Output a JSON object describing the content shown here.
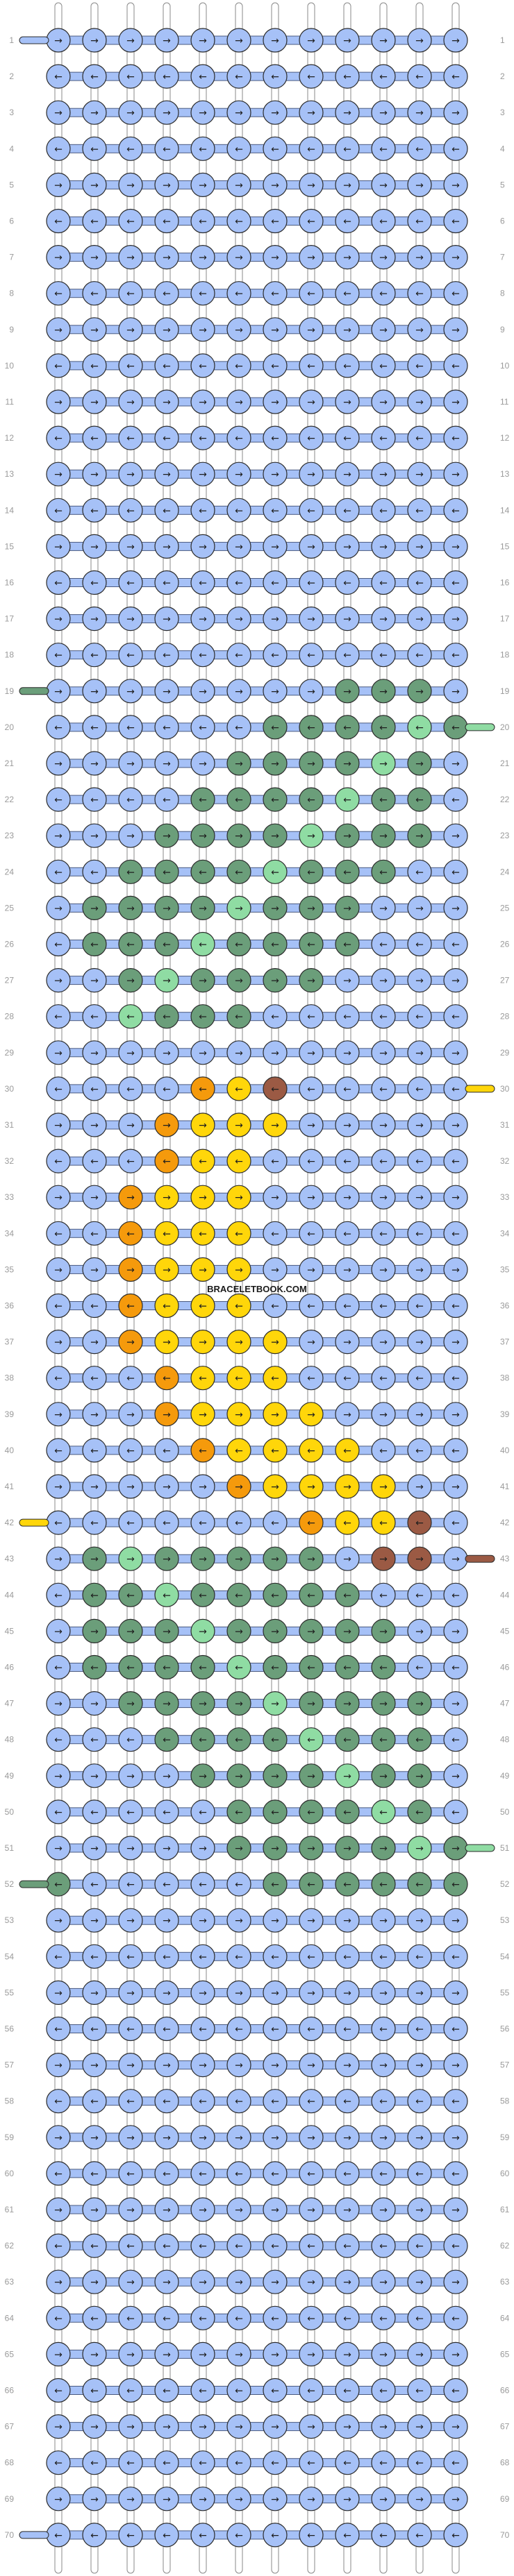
{
  "pattern": {
    "strings": 12,
    "rows": 70,
    "watermark": "BRACELETBOOK.COM",
    "row_labels_left": [
      "1",
      "2",
      "3",
      "4",
      "5",
      "6",
      "7",
      "8",
      "9",
      "10",
      "11",
      "12",
      "13",
      "14",
      "15",
      "16",
      "17",
      "18",
      "19",
      "20",
      "21",
      "22",
      "23",
      "24",
      "25",
      "26",
      "27",
      "28",
      "29",
      "30",
      "31",
      "32",
      "33",
      "34",
      "35",
      "36",
      "37",
      "38",
      "39",
      "40",
      "41",
      "42",
      "43",
      "44",
      "45",
      "46",
      "47",
      "48",
      "49",
      "50",
      "51",
      "52",
      "53",
      "54",
      "55",
      "56",
      "57",
      "58",
      "59",
      "60",
      "61",
      "62",
      "63",
      "64",
      "65",
      "66",
      "67",
      "68",
      "69",
      "70"
    ],
    "row_labels_right": [
      "1",
      "2",
      "3",
      "4",
      "5",
      "6",
      "7",
      "8",
      "9",
      "10",
      "11",
      "12",
      "13",
      "14",
      "15",
      "16",
      "17",
      "18",
      "19",
      "20",
      "21",
      "22",
      "23",
      "24",
      "25",
      "26",
      "27",
      "28",
      "29",
      "30",
      "31",
      "32",
      "33",
      "34",
      "35",
      "36",
      "37",
      "38",
      "39",
      "40",
      "41",
      "42",
      "43",
      "44",
      "45",
      "46",
      "47",
      "48",
      "49",
      "50",
      "51",
      "52",
      "53",
      "54",
      "55",
      "56",
      "57",
      "58",
      "59",
      "60",
      "61",
      "62",
      "63",
      "64",
      "65",
      "66",
      "67",
      "68",
      "69",
      "70"
    ]
  },
  "colors": {
    "background": "#a6c1f7",
    "dark_green": "#6b9e7a",
    "light_green": "#8fdca3",
    "orange": "#f59a0c",
    "yellow": "#ffd60a",
    "brown": "#9b5a44",
    "outline": "#2b2b2b",
    "thread_light": "#ffffff"
  },
  "icons": {
    "right_arrow": "right-arrow-icon",
    "left_arrow": "left-arrow-icon"
  },
  "knot_symbols": {
    "right": "→",
    "left": "←"
  }
}
